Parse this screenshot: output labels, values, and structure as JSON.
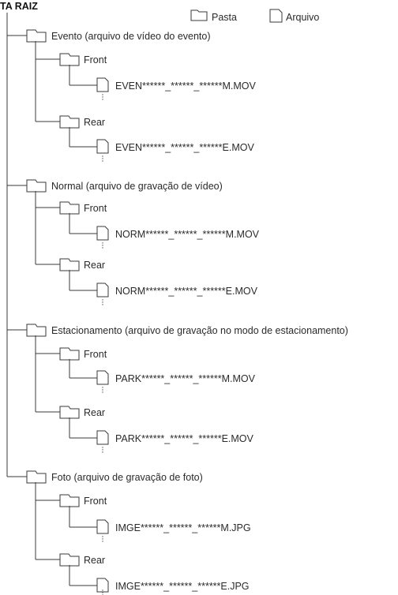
{
  "root_label": "TA RAIZ",
  "legend": {
    "folder_label": "Pasta",
    "file_label": "Arquivo",
    "folder_icon": "folder-icon",
    "file_icon": "file-icon"
  },
  "groups": [
    {
      "label": "Evento (arquivo de vídeo do evento)",
      "front": {
        "label": "Front",
        "file": "EVEN******_******_******M.MOV"
      },
      "rear": {
        "label": "Rear",
        "file": "EVEN******_******_******E.MOV"
      }
    },
    {
      "label": "Normal (arquivo de gravação de vídeo)",
      "front": {
        "label": "Front",
        "file": "NORM******_******_******M.MOV"
      },
      "rear": {
        "label": "Rear",
        "file": "NORM******_******_******E.MOV"
      }
    },
    {
      "label": "Estacionamento (arquivo de gravação no modo de estacionamento)",
      "front": {
        "label": "Front",
        "file": "PARK******_******_******M.MOV"
      },
      "rear": {
        "label": "Rear",
        "file": "PARK******_******_******E.MOV"
      }
    },
    {
      "label": "Foto (arquivo de gravação de foto)",
      "front": {
        "label": "Front",
        "file": "IMGE******_******_******M.JPG"
      },
      "rear": {
        "label": "Rear",
        "file": "IMGE******_******_******E.JPG"
      }
    }
  ]
}
